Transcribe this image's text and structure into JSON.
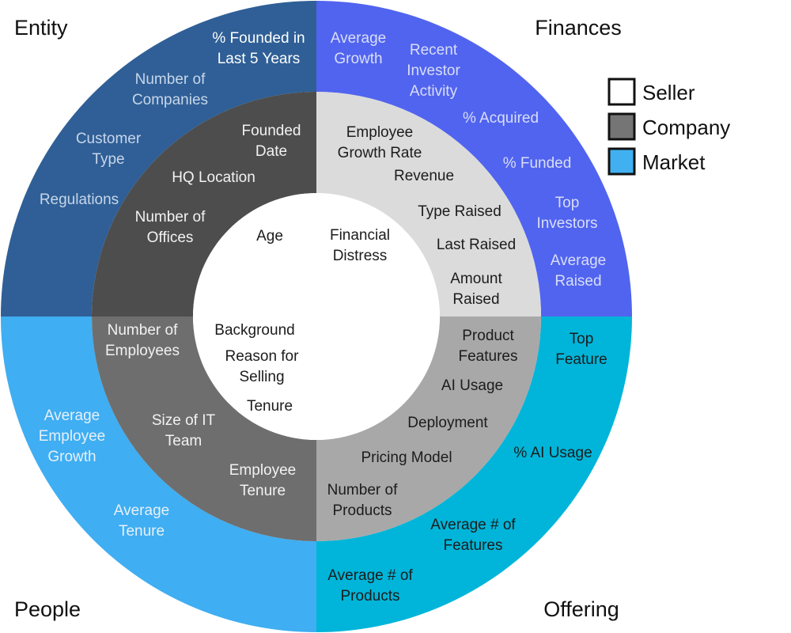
{
  "diagram": {
    "quadrants": {
      "entity": {
        "title": "Entity",
        "outer": {
          "pct_founded": "% Founded in\nLast 5 Years",
          "num_companies": "Number of\nCompanies",
          "customer_type": "Customer\nType",
          "regulations": "Regulations"
        },
        "middle": {
          "founded_date": "Founded\nDate",
          "hq_location": "HQ Location",
          "num_offices": "Number of\nOffices"
        },
        "inner": {
          "age": "Age"
        }
      },
      "finances": {
        "title": "Finances",
        "outer": {
          "avg_growth": "Average\nGrowth",
          "recent_investor_activity": "Recent\nInvestor\nActivity",
          "pct_acquired": "% Acquired",
          "pct_funded": "% Funded",
          "top_investors": "Top\nInvestors",
          "avg_raised": "Average\nRaised"
        },
        "middle": {
          "employee_growth_rate": "Employee\nGrowth Rate",
          "revenue": "Revenue",
          "type_raised": "Type Raised",
          "last_raised": "Last Raised",
          "amount_raised": "Amount\nRaised"
        },
        "inner": {
          "financial_distress": "Financial\nDistress"
        }
      },
      "offering": {
        "title": "Offering",
        "outer": {
          "top_feature": "Top\nFeature",
          "pct_ai_usage": "% AI Usage",
          "avg_num_features": "Average # of\nFeatures",
          "avg_num_products": "Average # of\nProducts"
        },
        "middle": {
          "product_features": "Product\nFeatures",
          "ai_usage": "AI Usage",
          "deployment": "Deployment",
          "pricing_model": "Pricing Model",
          "number_of_products": "Number of\nProducts"
        }
      },
      "people": {
        "title": "People",
        "outer": {
          "avg_employee_growth": "Average\nEmployee\nGrowth",
          "avg_tenure": "Average\nTenure"
        },
        "middle": {
          "num_employees": "Number of\nEmployees",
          "size_of_it_team": "Size of IT\nTeam",
          "employee_tenure": "Employee\nTenure"
        },
        "inner": {
          "background": "Background",
          "reason_for_selling": "Reason for\nSelling",
          "tenure": "Tenure"
        }
      }
    },
    "legend": {
      "items": [
        {
          "label": "Seller",
          "color": "#FFFFFF"
        },
        {
          "label": "Company",
          "color": "#757575"
        },
        {
          "label": "Market",
          "color": "#41B0F0"
        }
      ]
    },
    "colors": {
      "entity_outer": "#2F5F96",
      "entity_middle": "#4D4D4D",
      "finances_outer": "#5164EF",
      "finances_middle": "#DBDBDB",
      "offering_outer": "#00B5D9",
      "offering_middle": "#A8A8A8",
      "people_outer": "#3FAEF2",
      "people_middle": "#6E6E6E",
      "inner_circle": "#FFFFFF"
    }
  }
}
